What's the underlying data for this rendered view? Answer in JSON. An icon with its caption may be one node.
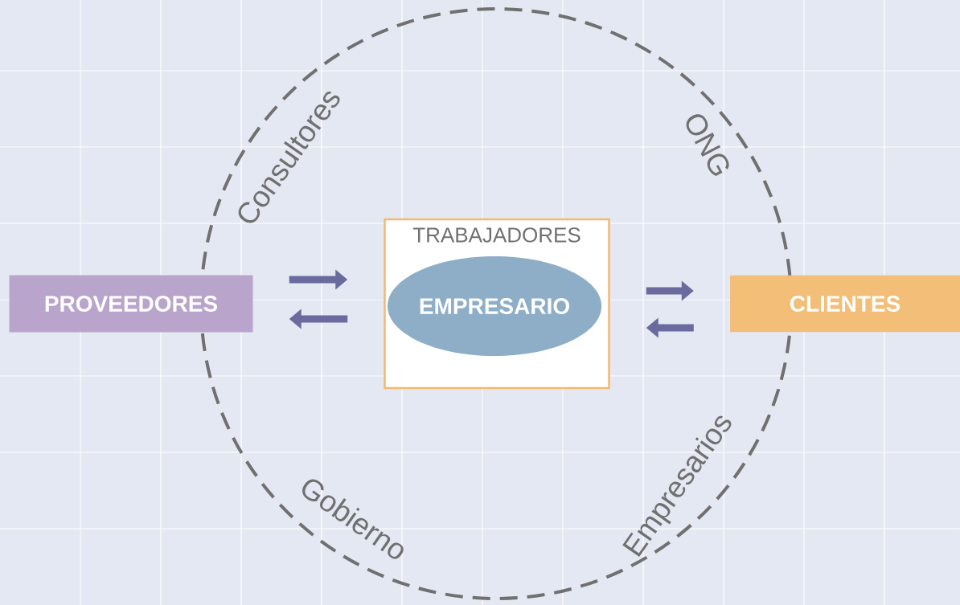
{
  "diagram": {
    "nodes": [
      {
        "text": [
          "PROVEEDORES"
        ]
      },
      {
        "text": [
          "TRABAJADORES"
        ]
      },
      {
        "text": [
          "EMPRESARIO"
        ],
        "in": 1
      },
      {
        "text": [
          "CLIENTES"
        ]
      }
    ],
    "edges": [
      {
        "from": 0,
        "to": 1,
        "arrow": "to"
      },
      {
        "from": 1,
        "to": 0,
        "arrow": "to"
      },
      {
        "from": 1,
        "to": 3,
        "arrow": "to"
      },
      {
        "from": 3,
        "to": 1,
        "arrow": "to"
      }
    ],
    "labels": [
      "Consultores",
      "ONG",
      "Gobierno",
      "Empresarios"
    ]
  }
}
